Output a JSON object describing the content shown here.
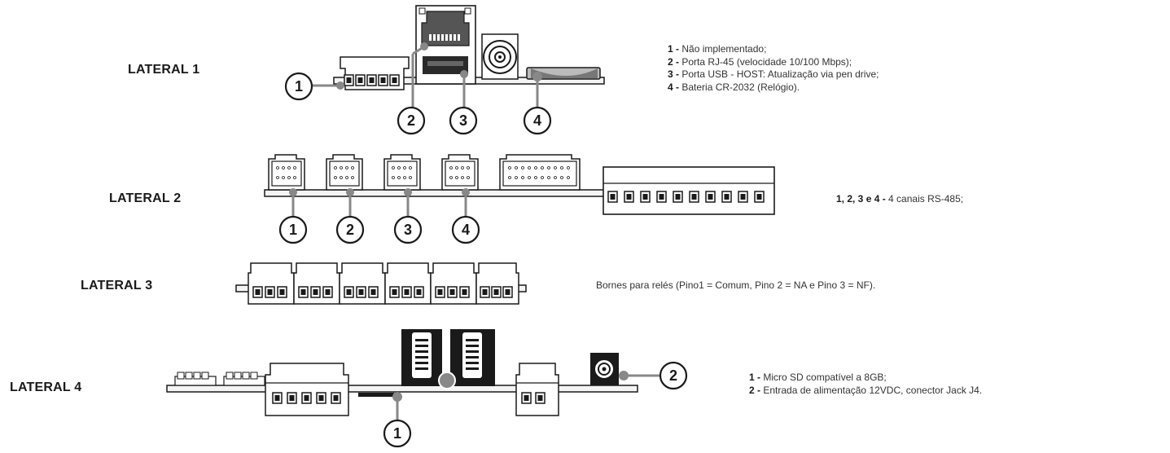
{
  "lateral1": {
    "title": "LATERAL 1",
    "callouts": [
      "1",
      "2",
      "3",
      "4"
    ],
    "items": [
      {
        "num": "1 -",
        "text": "Não implementado;"
      },
      {
        "num": "2 -",
        "text": "Porta RJ-45 (velocidade 10/100 Mbps);"
      },
      {
        "num": "3 -",
        "text": "Porta USB - HOST: Atualização via pen drive;"
      },
      {
        "num": "4 -",
        "text": "Bateria CR-2032 (Relógio)."
      }
    ]
  },
  "lateral2": {
    "title": "LATERAL 2",
    "callouts": [
      "1",
      "2",
      "3",
      "4"
    ],
    "desc_num": "1, 2, 3 e 4 -",
    "desc_text": "4 canais RS-485;"
  },
  "lateral3": {
    "title": "LATERAL 3",
    "desc_text": "Bornes para relés (Pino1 = Comum, Pino 2 = NA e Pino 3 = NF)."
  },
  "lateral4": {
    "title": "LATERAL 4",
    "callouts": [
      "1",
      "2"
    ],
    "items": [
      {
        "num": "1 -",
        "text": "Micro SD compatível a 8GB;"
      },
      {
        "num": "2 -",
        "text": "Entrada de alimentação 12VDC, conector Jack J4."
      }
    ]
  },
  "colors": {
    "ink": "#1a1a1a",
    "gray": "#888888",
    "board": "#f4f4f4"
  }
}
